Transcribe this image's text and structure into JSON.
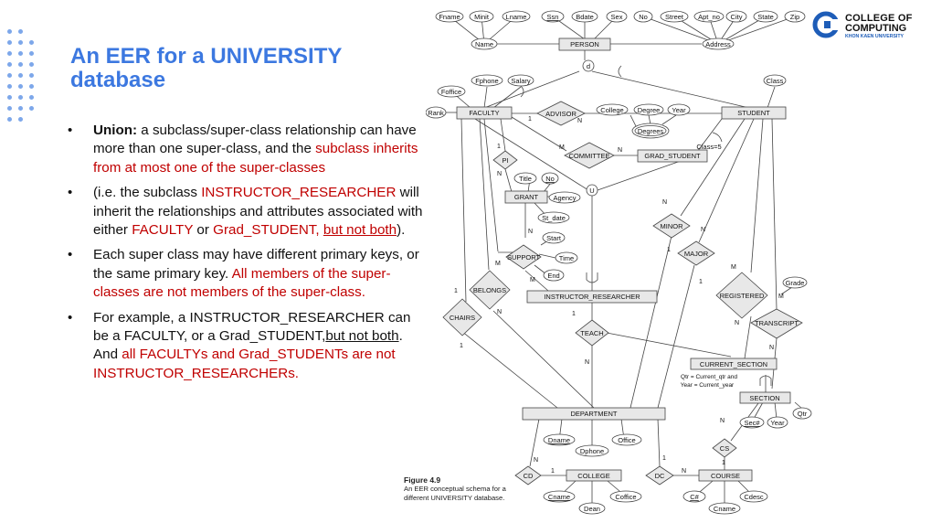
{
  "slide": {
    "title": "An EER for a UNIVERSITY database",
    "logo": {
      "line1": "COLLEGE OF",
      "line2": "COMPUTING",
      "line3": "KHON KAEN UNIVERSITY"
    },
    "bullets": [
      {
        "lead": "Union:",
        "text1": " a subclass/super-class relationship can have more than one super-class, and the ",
        "red1": "subclass inherits from at most one of the super-classes"
      },
      {
        "text1": "(i.e. the subclass ",
        "red1": "INSTRUCTOR_RESEARCHER",
        "text2": " will inherit the relationships and attributes associated with either ",
        "red2": "FACULTY",
        "text3": " or ",
        "red3": "Grad_STUDENT, ",
        "red_underline": "but not both",
        "text4": ")."
      },
      {
        "text1": "Each super class may have different primary keys, or the same primary key. ",
        "red1": "All members of the super-classes are not members of the super-class."
      },
      {
        "text1": "For example, a INSTRUCTOR_RESEARCHER can be a FACULTY, or a Grad_STUDENT,",
        "underline": "but not both",
        "text2": ". And ",
        "red1": "all FACULTYs and Grad_STUDENTs are not INSTRUCTOR_RESEARCHERs."
      }
    ],
    "caption": {
      "figure": "Figure 4.9",
      "text": "An EER conceptual schema for a different UNIVERSITY database."
    }
  },
  "diagram": {
    "entities": {
      "person": "PERSON",
      "faculty": "FACULTY",
      "student": "STUDENT",
      "grad_student": "GRAD_STUDENT",
      "grant": "GRANT",
      "instructor_researcher": "INSTRUCTOR_RESEARCHER",
      "department": "DEPARTMENT",
      "college": "COLLEGE",
      "course": "COURSE",
      "section": "SECTION",
      "current_section": "CURRENT_SECTION"
    },
    "relationships": {
      "advisor": "ADVISOR",
      "committee": "COMMITTEE",
      "pi": "PI",
      "support": "SUPPORT",
      "belongs": "BELONGS",
      "chairs": "CHAIRS",
      "teach": "TEACH",
      "minor": "MINOR",
      "major": "MAJOR",
      "registered": "REGISTERED",
      "transcript": "TRANSCRIPT",
      "cd": "CD",
      "dc": "DC",
      "cs": "CS"
    },
    "attributes": {
      "fname": "Fname",
      "minit": "Minit",
      "lname": "Lname",
      "ssn": "Ssn",
      "bdate": "Bdate",
      "sex": "Sex",
      "no": "No",
      "street": "Street",
      "apt_no": "Apt_no",
      "city": "City",
      "state": "State",
      "zip": "Zip",
      "name": "Name",
      "address": "Address",
      "fphone": "Fphone",
      "salary": "Salary",
      "foffice": "Foffice",
      "rank": "Rank",
      "class": "Class",
      "college": "College",
      "degree": "Degree",
      "year": "Year",
      "degrees": "Degrees",
      "title": "Title",
      "grant_no": "No",
      "agency": "Agency",
      "st_date": "St_date",
      "start": "Start",
      "time": "Time",
      "end": "End",
      "grade": "Grade",
      "qtr": "Qtr",
      "sec_no": "Sec#",
      "sec_year": "Year",
      "dname": "Dname",
      "dphone": "Dphone",
      "office": "Office",
      "cname": "Cname",
      "coffice": "Coffice",
      "dean": "Dean",
      "course_no": "C#",
      "cdesc": "Cdesc",
      "course_name": "Cname"
    },
    "labels": {
      "d": "d",
      "u": "U",
      "class5": "Class=5",
      "cs_pred1": "Qtr = Current_qtr and",
      "cs_pred2": "Year = Current_year",
      "one": "1",
      "n": "N",
      "m": "M"
    }
  }
}
